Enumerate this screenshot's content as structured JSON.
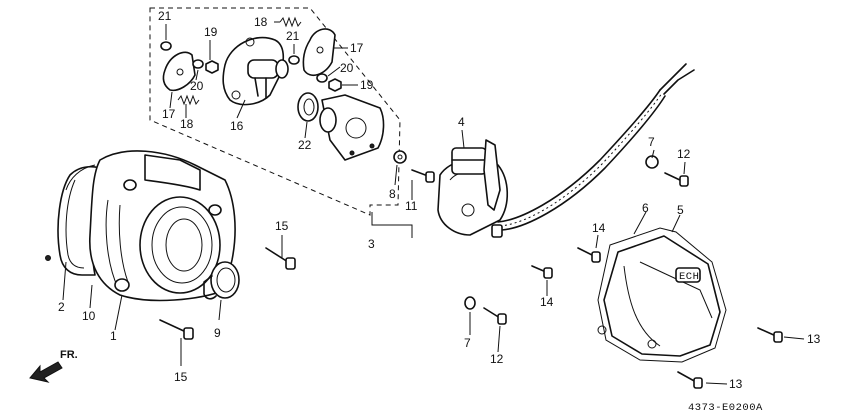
{
  "diagram_code": "4373-E0200A",
  "direction_label": "FR.",
  "callouts": {
    "c1": "1",
    "c2": "2",
    "c3": "3",
    "c4": "4",
    "c5": "5",
    "c6": "6",
    "c7a": "7",
    "c7b": "7",
    "c8": "8",
    "c9": "9",
    "c10": "10",
    "c11": "11",
    "c12a": "12",
    "c12b": "12",
    "c13a": "13",
    "c13b": "13",
    "c14a": "14",
    "c14b": "14",
    "c15a": "15",
    "c15b": "15",
    "c16": "16",
    "c17a": "17",
    "c17b": "17",
    "c18a": "18",
    "c18b": "18",
    "c19a": "19",
    "c19b": "19",
    "c20a": "20",
    "c20b": "20",
    "c21a": "21",
    "c21b": "21",
    "c22": "22"
  }
}
